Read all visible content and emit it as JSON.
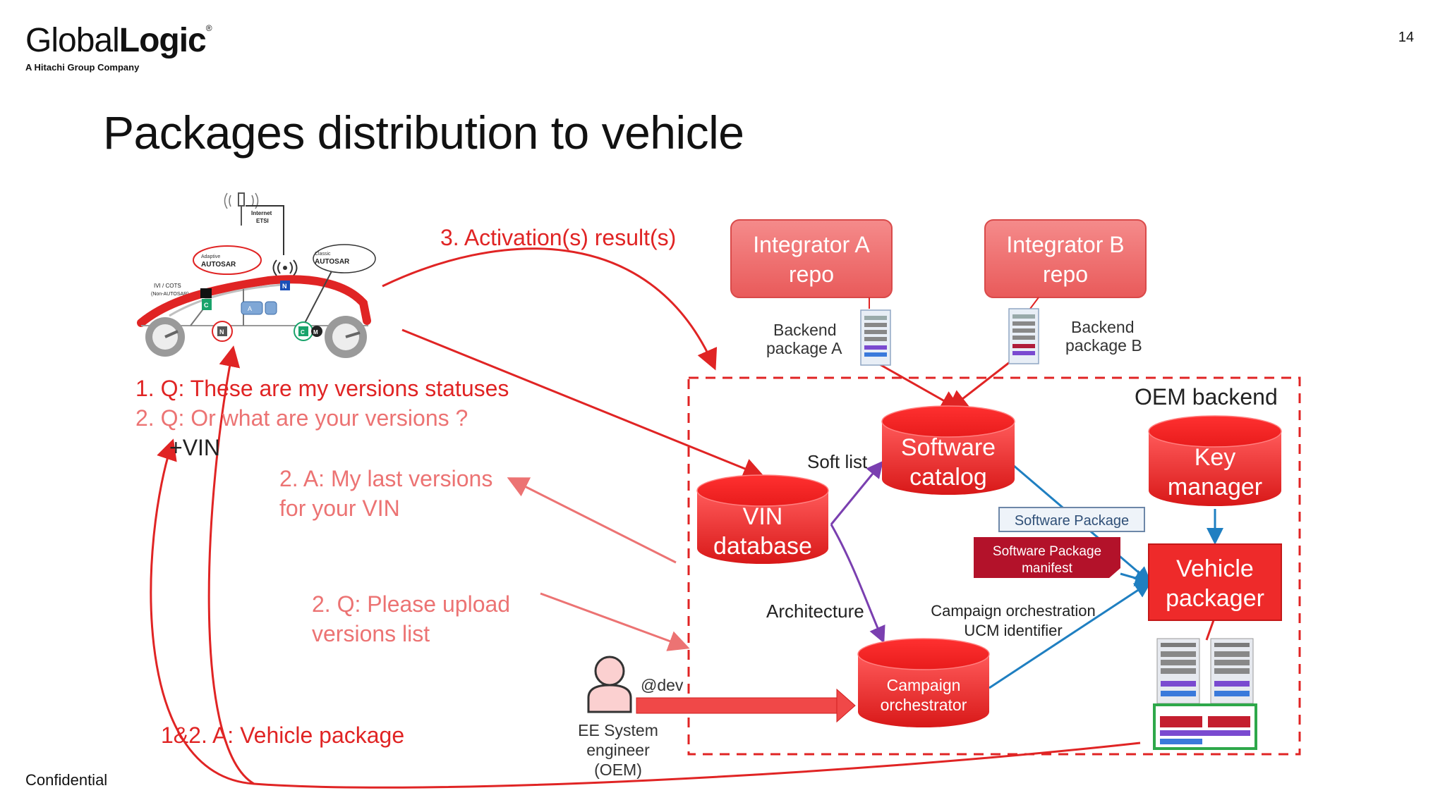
{
  "header": {
    "logo_light": "Global",
    "logo_bold": "Logic",
    "logo_registered": "®",
    "logo_sub": "A Hitachi Group Company",
    "page_number": "14"
  },
  "title": "Packages distribution to vehicle",
  "footer": "Confidential",
  "diagram": {
    "vehicle": {
      "internet": "Internet",
      "etsi": "ETSI",
      "adaptive": "Adaptive",
      "adaptive_autosar": "AUTOSAR",
      "classic": "Classic",
      "classic_autosar": "AUTOSAR",
      "ivi_cots": "IVI / COTS",
      "non_autosar": "(Non-AUTOSAR)",
      "node_n": "N",
      "node_c": "C",
      "node_a": "A",
      "node_m": "M"
    },
    "messages": {
      "activation": "3. Activation(s) result(s)",
      "q1": "1. Q: These are my versions statuses",
      "q2": "2. Q: Or what are your versions ?",
      "vin_plus": "+VIN",
      "a2_line1": "2. A: My last versions",
      "a2_line2": "for your VIN",
      "q2_upload_line1": "2. Q: Please upload",
      "q2_upload_line2": "versions list",
      "a12": "1&2. A: Vehicle package"
    },
    "integrator_a": {
      "line1": "Integrator A",
      "line2": "repo"
    },
    "integrator_b": {
      "line1": "Integrator B",
      "line2": "repo"
    },
    "backend_a": {
      "line1": "Backend",
      "line2": "package A"
    },
    "backend_b": {
      "line1": "Backend",
      "line2": "package B"
    },
    "oem_backend": "OEM backend",
    "software_catalog": {
      "line1": "Software",
      "line2": "catalog"
    },
    "key_manager": {
      "line1": "Key",
      "line2": "manager"
    },
    "vin_database": {
      "line1": "VIN",
      "line2": "database"
    },
    "vehicle_packager": {
      "line1": "Vehicle",
      "line2": "packager"
    },
    "campaign_orchestrator": {
      "line1": "Campaign",
      "line2": "orchestrator"
    },
    "soft_list": "Soft list",
    "software_package": "Software Package",
    "software_package_manifest": {
      "line1": "Software Package",
      "line2": "manifest"
    },
    "architecture": "Architecture",
    "campaign_orchestration": {
      "line1": "Campaign orchestration",
      "line2": "UCM identifier"
    },
    "dev": "@dev",
    "ee_engineer": {
      "line1": "EE System",
      "line2": "engineer",
      "line3": "(OEM)"
    }
  },
  "colors": {
    "red": "#e02424",
    "light_red": "#ec7373",
    "box_red": "#ee6b6b",
    "blue": "#1f7fc1",
    "purple": "#7a3fb0",
    "dark_red": "#b3122a"
  }
}
